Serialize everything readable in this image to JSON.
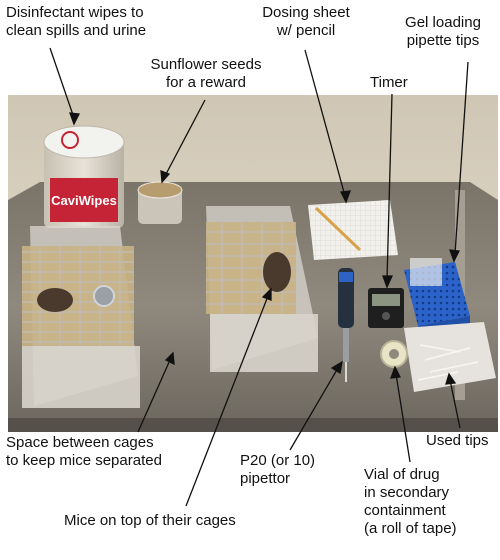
{
  "labels": {
    "wipes": [
      "Disinfectant wipes to",
      "clean spills and urine"
    ],
    "dosing": [
      "Dosing sheet",
      "w/ pencil"
    ],
    "tips": [
      "Gel loading",
      "pipette tips"
    ],
    "seeds": [
      "Sunflower seeds",
      "for a reward"
    ],
    "timer": [
      "Timer"
    ],
    "space": [
      "Space between cages",
      "to keep mice separated"
    ],
    "pipettor": [
      "P20 (or 10)",
      "pipettor"
    ],
    "used": [
      "Used tips"
    ],
    "vial": [
      "Vial of drug",
      "in secondary",
      "containment",
      "(a roll of tape)"
    ],
    "mice": [
      "Mice on top of their cages"
    ]
  },
  "wipes_brand": "CaviWipes",
  "colors": {
    "wall": "#e4dccb",
    "bench": "#8a8478",
    "tip_box": "#2c63c9",
    "wipes_lid": "#f2f2ee",
    "wipes_label": "#c42436"
  }
}
